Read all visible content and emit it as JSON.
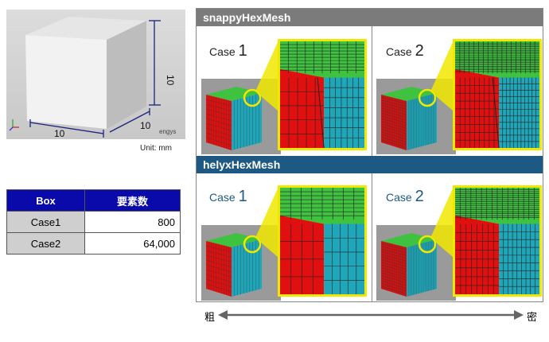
{
  "cube_figure": {
    "dimensions": [
      "10",
      "10",
      "10"
    ],
    "brand": "engys",
    "unit": "Unit: mm"
  },
  "table": {
    "headers": [
      "Box",
      "要素数"
    ],
    "rows": [
      {
        "label": "Case1",
        "value": "800"
      },
      {
        "label": "Case2",
        "value": "64,000"
      }
    ]
  },
  "sections": [
    {
      "title": "snappyHexMesh",
      "header_color": "#7b7b7b",
      "cases": [
        {
          "prefix": "Case",
          "num": "1"
        },
        {
          "prefix": "Case",
          "num": "2"
        }
      ]
    },
    {
      "title": "helyxHexMesh",
      "header_color": "#1d5983",
      "cases": [
        {
          "prefix": "Case",
          "num": "1"
        },
        {
          "prefix": "Case",
          "num": "2"
        }
      ]
    }
  ],
  "axis": {
    "left": "粗",
    "right": "密"
  },
  "colors": {
    "mesh_red": "#e01010",
    "mesh_cyan": "#1fa6b8",
    "mesh_green": "#3fc23f",
    "highlight": "#f0e800"
  }
}
